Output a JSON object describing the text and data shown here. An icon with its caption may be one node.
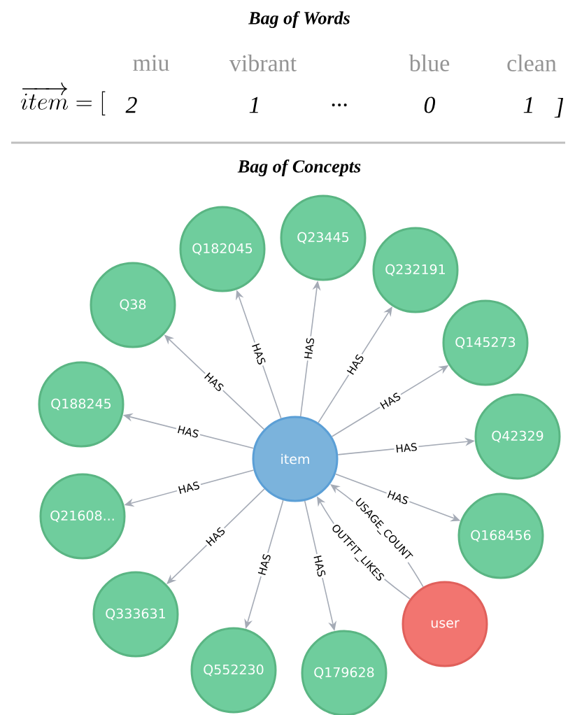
{
  "diagram": {
    "nodes": [
      {
        "text": [
          "item"
        ]
      },
      {
        "text": [
          "Q38"
        ]
      },
      {
        "text": [
          "Q182045"
        ]
      },
      {
        "text": [
          "Q23445"
        ]
      },
      {
        "text": [
          "Q232191"
        ]
      },
      {
        "text": [
          "Q145273"
        ]
      },
      {
        "text": [
          "Q42329"
        ]
      },
      {
        "text": [
          "Q188245"
        ]
      },
      {
        "text": [
          "Q21608..."
        ]
      },
      {
        "text": [
          "Q168456"
        ]
      },
      {
        "text": [
          "Q333631"
        ]
      },
      {
        "text": [
          "Q552230"
        ]
      },
      {
        "text": [
          "Q179628"
        ]
      },
      {
        "text": [
          "user"
        ]
      }
    ],
    "edges": [
      {
        "from": 0,
        "to": 1,
        "arrow": "to",
        "label": "HAS"
      },
      {
        "from": 0,
        "to": 2,
        "arrow": "to",
        "label": "HAS"
      },
      {
        "from": 0,
        "to": 3,
        "arrow": "to",
        "label": "HAS"
      },
      {
        "from": 0,
        "to": 4,
        "arrow": "to",
        "label": "HAS"
      },
      {
        "from": 0,
        "to": 5,
        "arrow": "to",
        "label": "HAS"
      },
      {
        "from": 0,
        "to": 6,
        "arrow": "to",
        "label": "HAS"
      },
      {
        "from": 0,
        "to": 7,
        "arrow": "to",
        "label": "HAS"
      },
      {
        "from": 0,
        "to": 8,
        "arrow": "to",
        "label": "HAS"
      },
      {
        "from": 0,
        "to": 9,
        "arrow": "to",
        "label": "HAS"
      },
      {
        "from": 0,
        "to": 10,
        "arrow": "to",
        "label": "HAS"
      },
      {
        "from": 0,
        "to": 11,
        "arrow": "to",
        "label": "HAS"
      },
      {
        "from": 0,
        "to": 12,
        "arrow": "to",
        "label": "HAS"
      },
      {
        "from": 13,
        "to": 0,
        "arrow": "to",
        "label": "USAGE_COUNT"
      },
      {
        "from": 13,
        "to": 0,
        "arrow": "to",
        "label": "OUTFIT_LIKES"
      }
    ],
    "labels": [
      "Bag of Words",
      "miu",
      "vibrant",
      "blue",
      "clean",
      "\\overrightarrow{item} = [",
      "2",
      "1",
      "...",
      "0",
      "1",
      "]",
      "Bag of Concepts"
    ]
  }
}
